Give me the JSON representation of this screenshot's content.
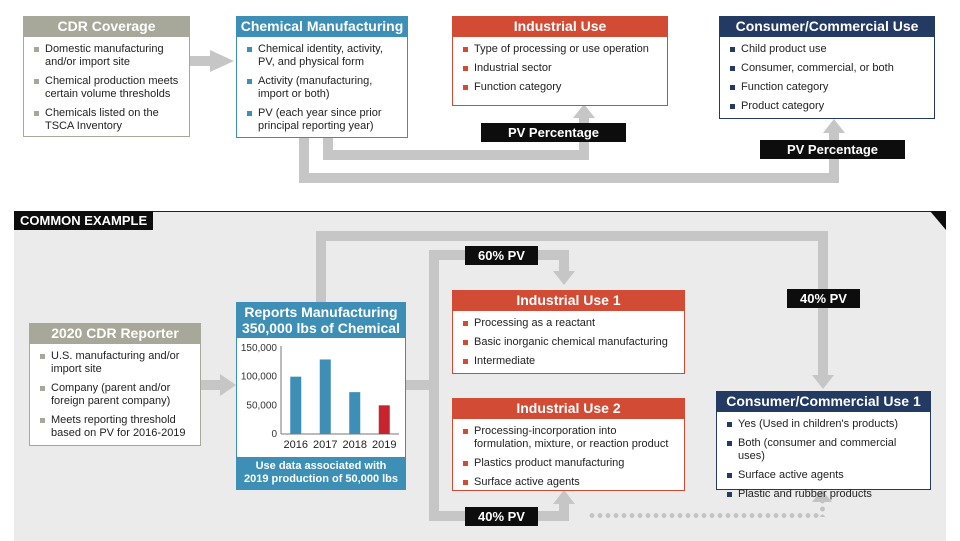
{
  "top": {
    "cdr_coverage": {
      "title": "CDR Coverage",
      "items": [
        "Domestic manufacturing and/or import site",
        "Chemical production meets certain volume thresholds",
        "Chemicals listed on the TSCA Inventory"
      ]
    },
    "chemical_manufacturing": {
      "title": "Chemical Manufacturing",
      "items": [
        "Chemical identity, activity, PV, and physical form",
        "Activity (manufacturing, import or both)",
        "PV (each year since prior principal reporting year)"
      ]
    },
    "industrial_use": {
      "title": "Industrial Use",
      "items": [
        "Type of processing or use operation",
        "Industrial sector",
        "Function category"
      ]
    },
    "consumer_use": {
      "title": "Consumer/Commercial Use",
      "items": [
        "Child product use",
        "Consumer, commercial, or both",
        "Function category",
        "Product category"
      ]
    },
    "pv_label_1": "PV Percentage",
    "pv_label_2": "PV Percentage"
  },
  "example": {
    "section_title": "COMMON EXAMPLE",
    "reporter": {
      "title": "2020 CDR Reporter",
      "items": [
        "U.S. manufacturing and/or import site",
        "Company (parent and/or foreign parent company)",
        "Meets reporting threshold based on PV for 2016-2019"
      ]
    },
    "reports": {
      "title_line1": "Reports Manufacturing",
      "title_line2": "350,000 lbs of Chemical",
      "footer": "Use data associated with 2019 production of 50,000 lbs"
    },
    "industrial_use_1": {
      "title": "Industrial Use 1",
      "items": [
        "Processing as a reactant",
        "Basic inorganic chemical manufacturing",
        "Intermediate"
      ]
    },
    "industrial_use_2": {
      "title": "Industrial Use 2",
      "items": [
        "Processing-incorporation into formulation, mixture, or reaction product",
        "Plastics product manufacturing",
        "Surface active agents"
      ]
    },
    "consumer_use_1": {
      "title": "Consumer/Commercial Use 1",
      "items": [
        "Yes (Used in children's products)",
        "Both (consumer and commercial uses)",
        "Surface active agents",
        "Plastic and rubber products"
      ]
    },
    "pv_60": "60% PV",
    "pv_40a": "40% PV",
    "pv_40b": "40% PV"
  },
  "colors": {
    "gray": "#a8a89a",
    "blue": "#3d8fb5",
    "red": "#d14b35",
    "navy": "#233a63",
    "arrow": "#c6c6c6"
  },
  "chart_data": {
    "type": "bar",
    "categories": [
      "2016",
      "2017",
      "2018",
      "2019"
    ],
    "values": [
      100000,
      130000,
      73000,
      50000
    ],
    "colors": [
      "#3d8fb5",
      "#3d8fb5",
      "#3d8fb5",
      "#c8242f"
    ],
    "ylim": [
      0,
      150000
    ],
    "yticks": [
      0,
      50000,
      100000,
      150000
    ],
    "ytick_labels": [
      "0",
      "50,000",
      "100,000",
      "150,000"
    ],
    "grid": false
  }
}
